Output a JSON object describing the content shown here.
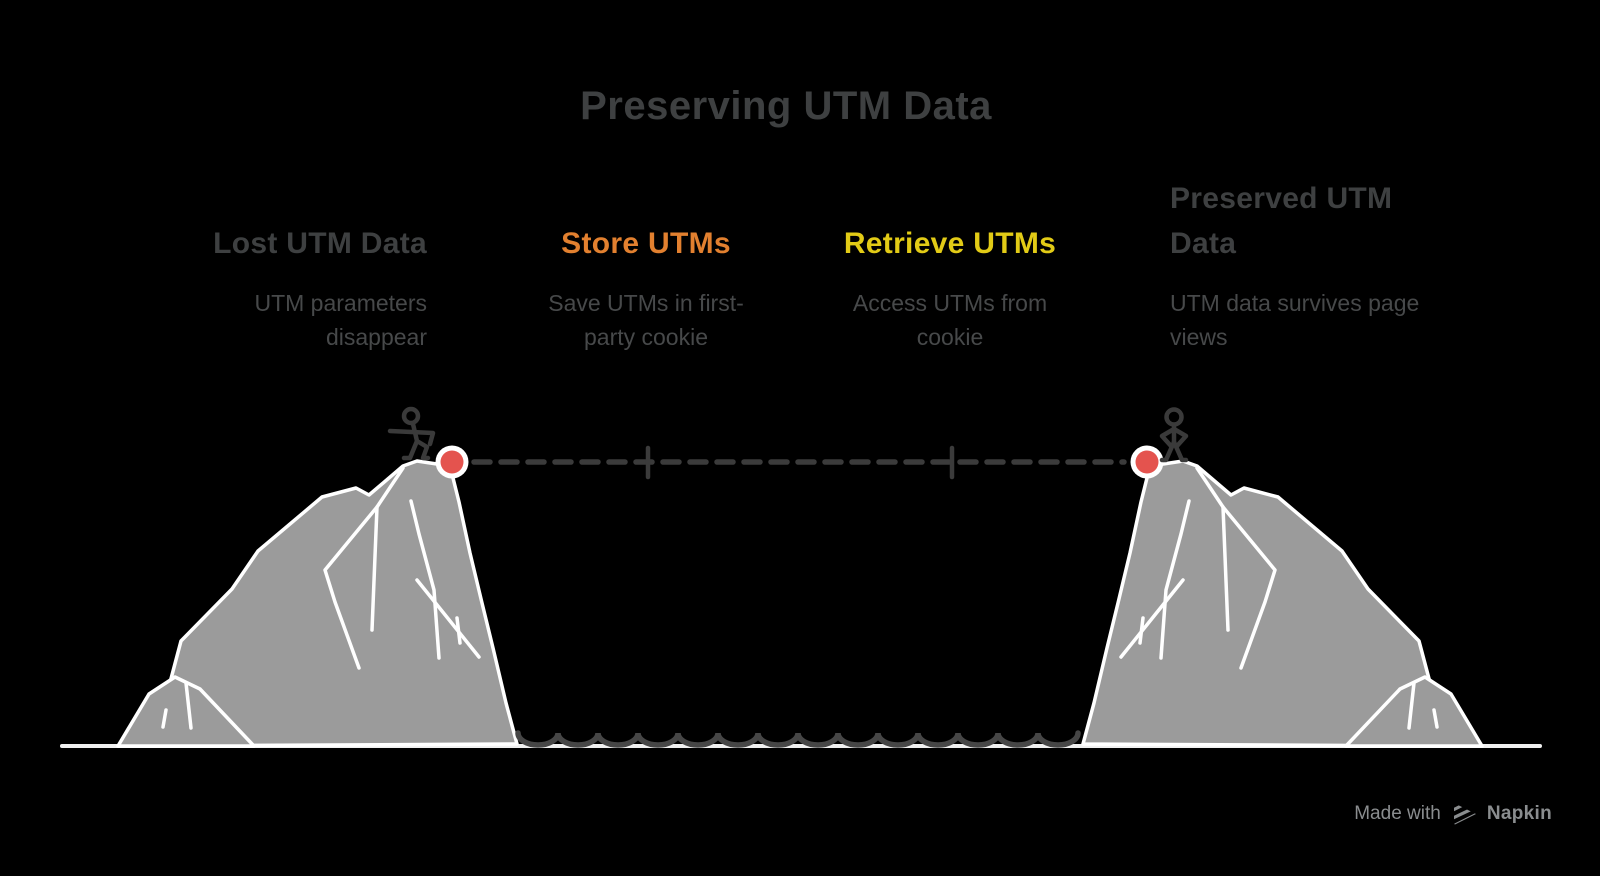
{
  "title": "Preserving UTM Data",
  "columns": [
    {
      "label": "Lost UTM Data",
      "label_color": "#3E4041",
      "description": "UTM parameters disappear"
    },
    {
      "label": "Store UTMs",
      "label_color": "#E2802F",
      "description": "Save UTMs in first-party cookie"
    },
    {
      "label": "Retrieve UTMs",
      "label_color": "#E2CB16",
      "description": "Access UTMs from cookie"
    },
    {
      "label": "Preserved UTM Data",
      "label_color": "#3E4041",
      "description": "UTM data survives page views"
    }
  ],
  "illustration": {
    "left_marker": "red-waypoint-dot",
    "right_marker": "red-waypoint-dot",
    "marker_color": "#E4534E",
    "cliff_color": "#9B9B9B",
    "line_color": "#3B3B3B",
    "left_figure": "stick-figure-arms-out",
    "right_figure": "stick-figure-hands-on-hips"
  },
  "footer": {
    "made_with": "Made with",
    "brand": "Napkin"
  }
}
